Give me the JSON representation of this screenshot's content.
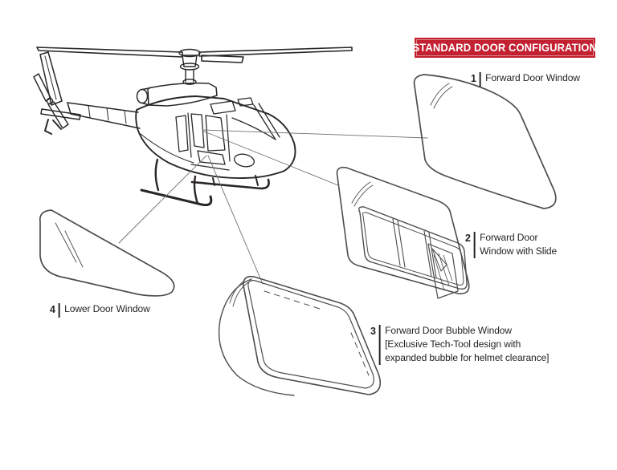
{
  "banner": {
    "label": "STANDARD DOOR CONFIGURATION",
    "bg_color": "#c32031",
    "text_color": "#ffffff"
  },
  "callouts": [
    {
      "num": "1",
      "lines": [
        "Forward Door Window"
      ]
    },
    {
      "num": "2",
      "lines": [
        "Forward Door",
        "Window with Slide"
      ]
    },
    {
      "num": "3",
      "lines": [
        "Forward Door Bubble Window",
        "[Exclusive Tech-Tool design with",
        "expanded bubble for helmet clearance]"
      ]
    },
    {
      "num": "4",
      "lines": [
        "Lower Door Window"
      ]
    }
  ],
  "illustrations": {
    "main_subject": "helicopter-line-drawing",
    "parts": [
      "forward-door-window",
      "forward-door-window-with-slide",
      "forward-door-bubble-window",
      "lower-door-window"
    ]
  },
  "colors": {
    "accent_red": "#c32031",
    "text": "#231f20",
    "helicopter_line": "#2a2627",
    "window_line": "#4c4d4f",
    "callout_line": "#6e6f72"
  }
}
